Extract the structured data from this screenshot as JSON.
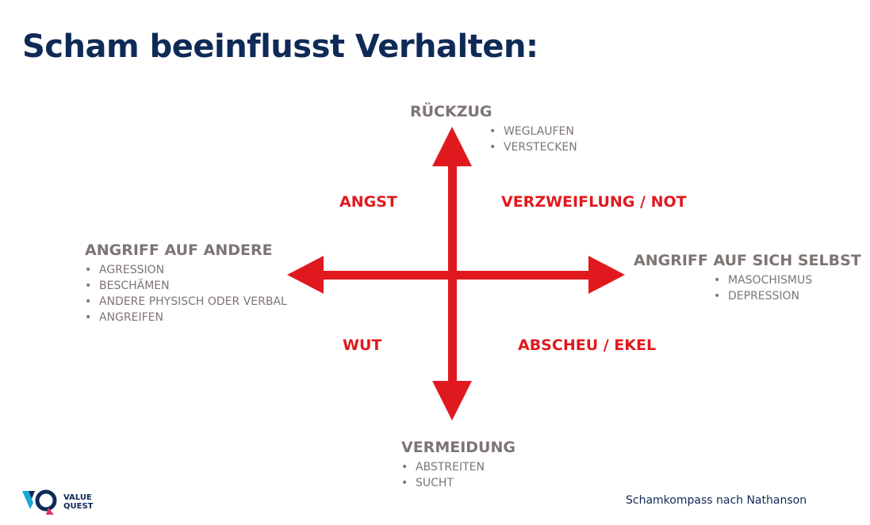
{
  "title": "Scham beeinflusst Verhalten:",
  "top": {
    "heading": "RÜCKZUG",
    "items": [
      "WEGLAUFEN",
      "VERSTECKEN"
    ]
  },
  "left": {
    "heading": "ANGRIFF AUF ANDERE",
    "items": [
      "AGRESSION",
      "BESCHÄMEN",
      "ANDERE PHYSISCH ODER VERBAL",
      "ANGREIFEN"
    ]
  },
  "right": {
    "heading": "ANGRIFF AUF SICH SELBST",
    "items": [
      "MASOCHISMUS",
      "DEPRESSION"
    ]
  },
  "bottom": {
    "heading": "VERMEIDUNG",
    "items": [
      "ABSTREITEN",
      "SUCHT"
    ]
  },
  "emotions": {
    "top_left": "ANGST",
    "top_right": "VERZWEIFLUNG / NOT",
    "bottom_left": "WUT",
    "bottom_right": "ABSCHEU / EKEL"
  },
  "credit": "Schamkompass nach Nathanson",
  "logo": {
    "line1": "VALUE",
    "line2": "QUEST"
  },
  "colors": {
    "arrow": "#e0191f",
    "title": "#0f2a57",
    "text": "#7d7573",
    "emotion": "#e0191f"
  }
}
